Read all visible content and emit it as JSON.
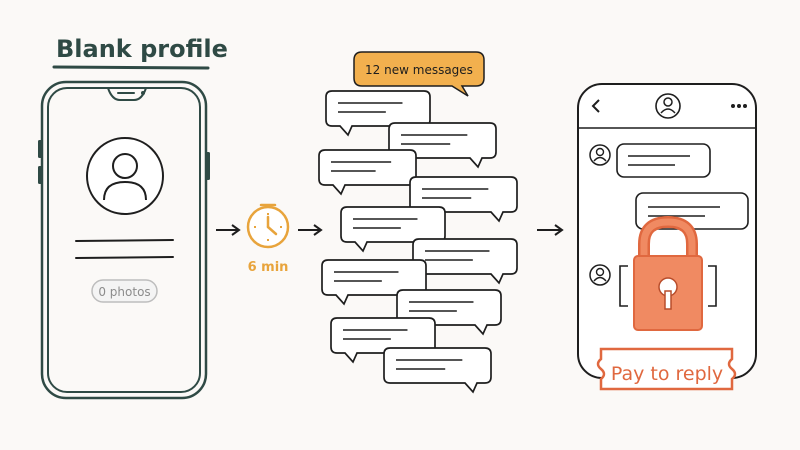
{
  "title": "Blank profile",
  "profile": {
    "photos_label": "0 photos"
  },
  "timer": {
    "label": "6 min"
  },
  "messages": {
    "badge": "12 new messages"
  },
  "chat": {
    "pay_label": "Pay to reply"
  },
  "colors": {
    "ink": "#1e1e1e",
    "phone_outline": "#2f4a45",
    "accent_orange": "#e8a43c",
    "badge_fill": "#f2b04e",
    "lock_fill": "#f08a62",
    "lock_stroke": "#e0683f",
    "pay_text": "#e0683f",
    "background": "#fbf9f7"
  },
  "icons": [
    "avatar-icon",
    "clock-icon",
    "arrow-right-icon",
    "back-chevron-icon",
    "more-dots-icon",
    "padlock-icon"
  ]
}
